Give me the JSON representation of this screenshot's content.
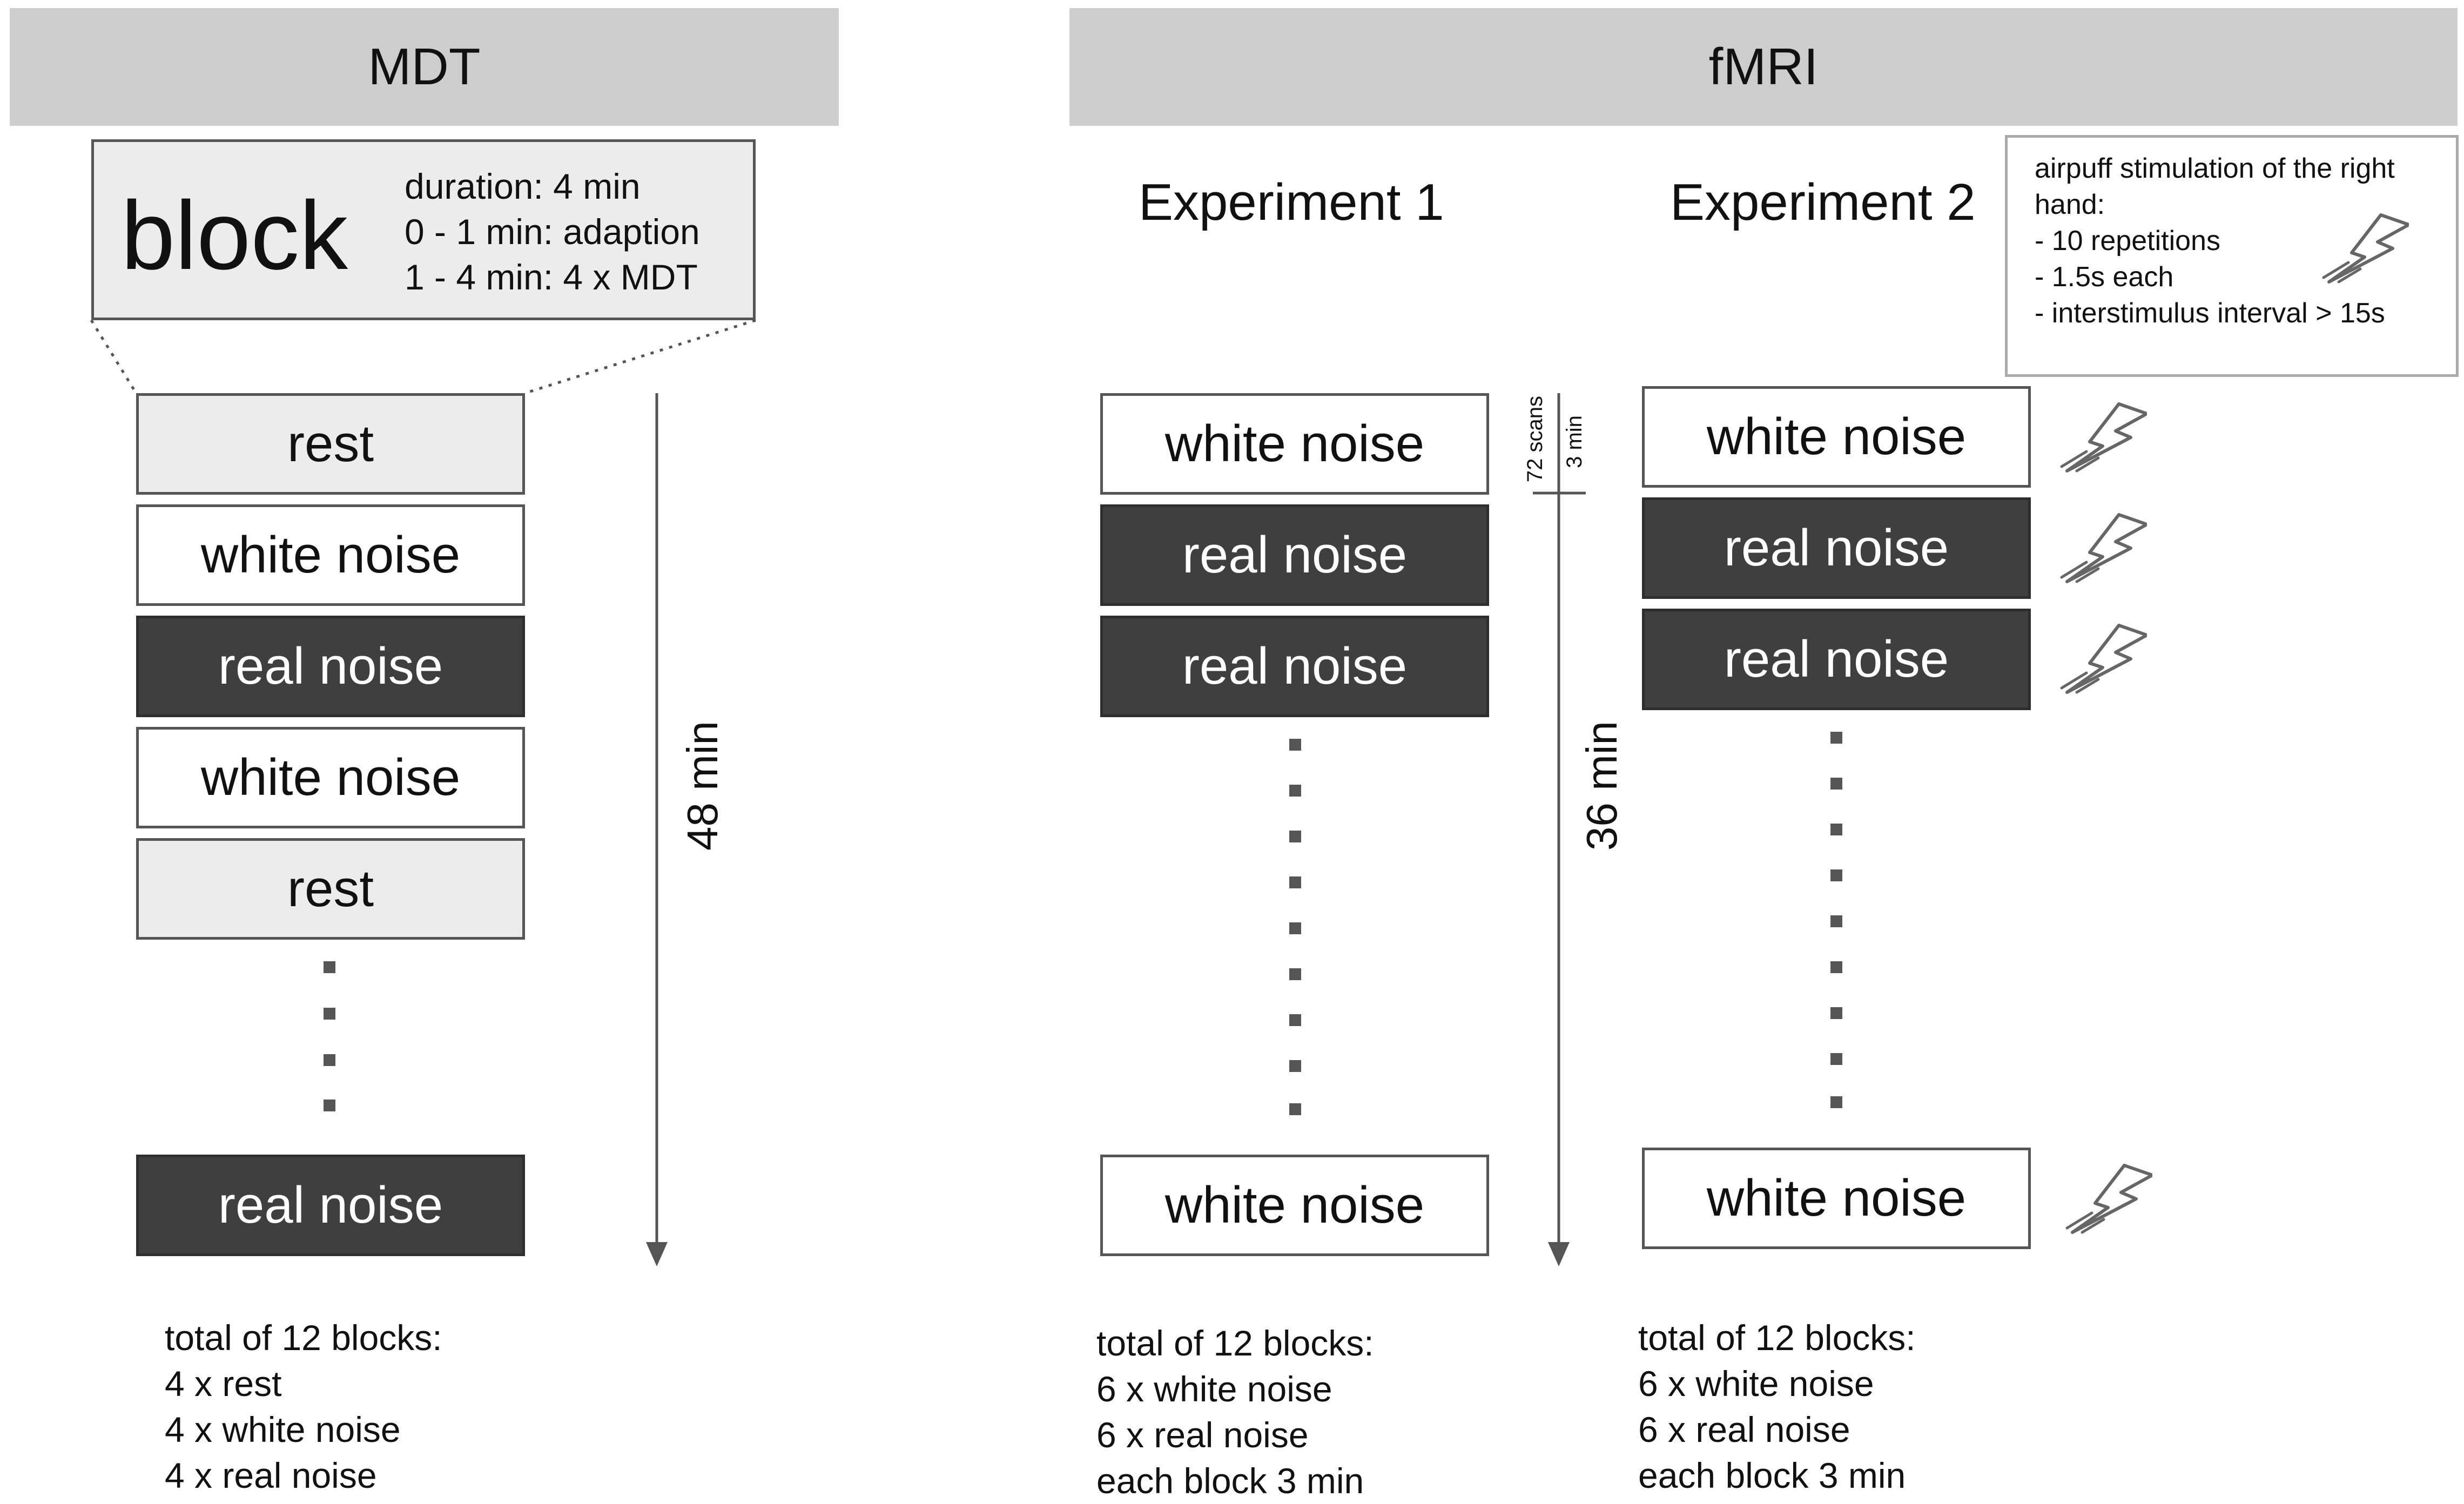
{
  "mdt": {
    "header": "MDT",
    "block": {
      "word": "block",
      "details": [
        "duration: 4 min",
        "0 - 1 min: adaption",
        "1 - 4 min: 4 x MDT"
      ]
    },
    "cells": [
      {
        "label": "rest",
        "kind": "rest"
      },
      {
        "label": "white noise",
        "kind": "white"
      },
      {
        "label": "real noise",
        "kind": "real"
      },
      {
        "label": "white noise",
        "kind": "white"
      },
      {
        "label": "rest",
        "kind": "rest"
      }
    ],
    "last_cell": {
      "label": "real noise",
      "kind": "real"
    },
    "duration": "48 min",
    "summary": [
      "total of 12 blocks:",
      "4 x rest",
      "4 x white noise",
      "4 x real noise"
    ]
  },
  "fmri": {
    "header": "fMRI",
    "experiment1": {
      "title": "Experiment 1",
      "cells": [
        {
          "label": "white noise",
          "kind": "white"
        },
        {
          "label": "real noise",
          "kind": "real"
        },
        {
          "label": "real noise",
          "kind": "real"
        }
      ],
      "last_cell": {
        "label": "white noise",
        "kind": "white"
      },
      "scans": "72 scans",
      "block_min": "3 min",
      "duration": "36 min",
      "summary": [
        "total of 12 blocks:",
        "6 x white noise",
        "6 x real noise",
        "each block 3 min"
      ]
    },
    "experiment2": {
      "title": "Experiment 2",
      "cells": [
        {
          "label": "white noise",
          "kind": "white"
        },
        {
          "label": "real noise",
          "kind": "real"
        },
        {
          "label": "real noise",
          "kind": "real"
        }
      ],
      "last_cell": {
        "label": "white noise",
        "kind": "white"
      },
      "summary": [
        "total of 12 blocks:",
        "6 x white noise",
        "6 x real noise",
        "each block 3 min"
      ]
    },
    "airpuff": {
      "lines": [
        "airpuff stimulation of the right",
        "hand:",
        "- 10 repetitions",
        "- 1.5s each",
        "- interstimulus interval > 15s"
      ],
      "icon": "lightning-icon"
    }
  },
  "colors": {
    "header_bg": "#cdcdcd",
    "rest_bg": "#ececec",
    "real_bg": "#3f3f3f",
    "white_bg": "#ffffff",
    "line": "#555555"
  }
}
